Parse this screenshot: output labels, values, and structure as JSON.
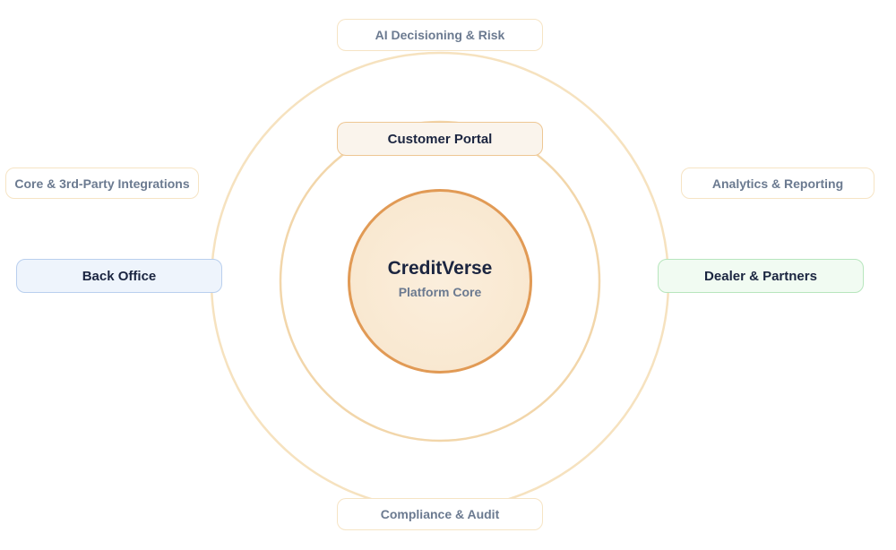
{
  "core": {
    "title": "CreditVerse",
    "subtitle": "Platform Core"
  },
  "nodes": {
    "top": "AI Decisioning & Risk",
    "bottom": "Compliance & Audit",
    "upper_left": "Core & 3rd-Party Integrations",
    "upper_right": "Analytics & Reporting",
    "inner_top": "Customer Portal",
    "left": "Back Office",
    "right": "Dealer & Partners"
  },
  "colors": {
    "ring": "#f4dcb2",
    "core_border": "#e19a55",
    "core_fill": "#f9ead4",
    "left_node_accent": "#b9cfee",
    "right_node_accent": "#b7e6bd",
    "inner_node_accent": "#eec794",
    "text_dark": "#1b2540",
    "text_muted": "#6b7a90"
  }
}
